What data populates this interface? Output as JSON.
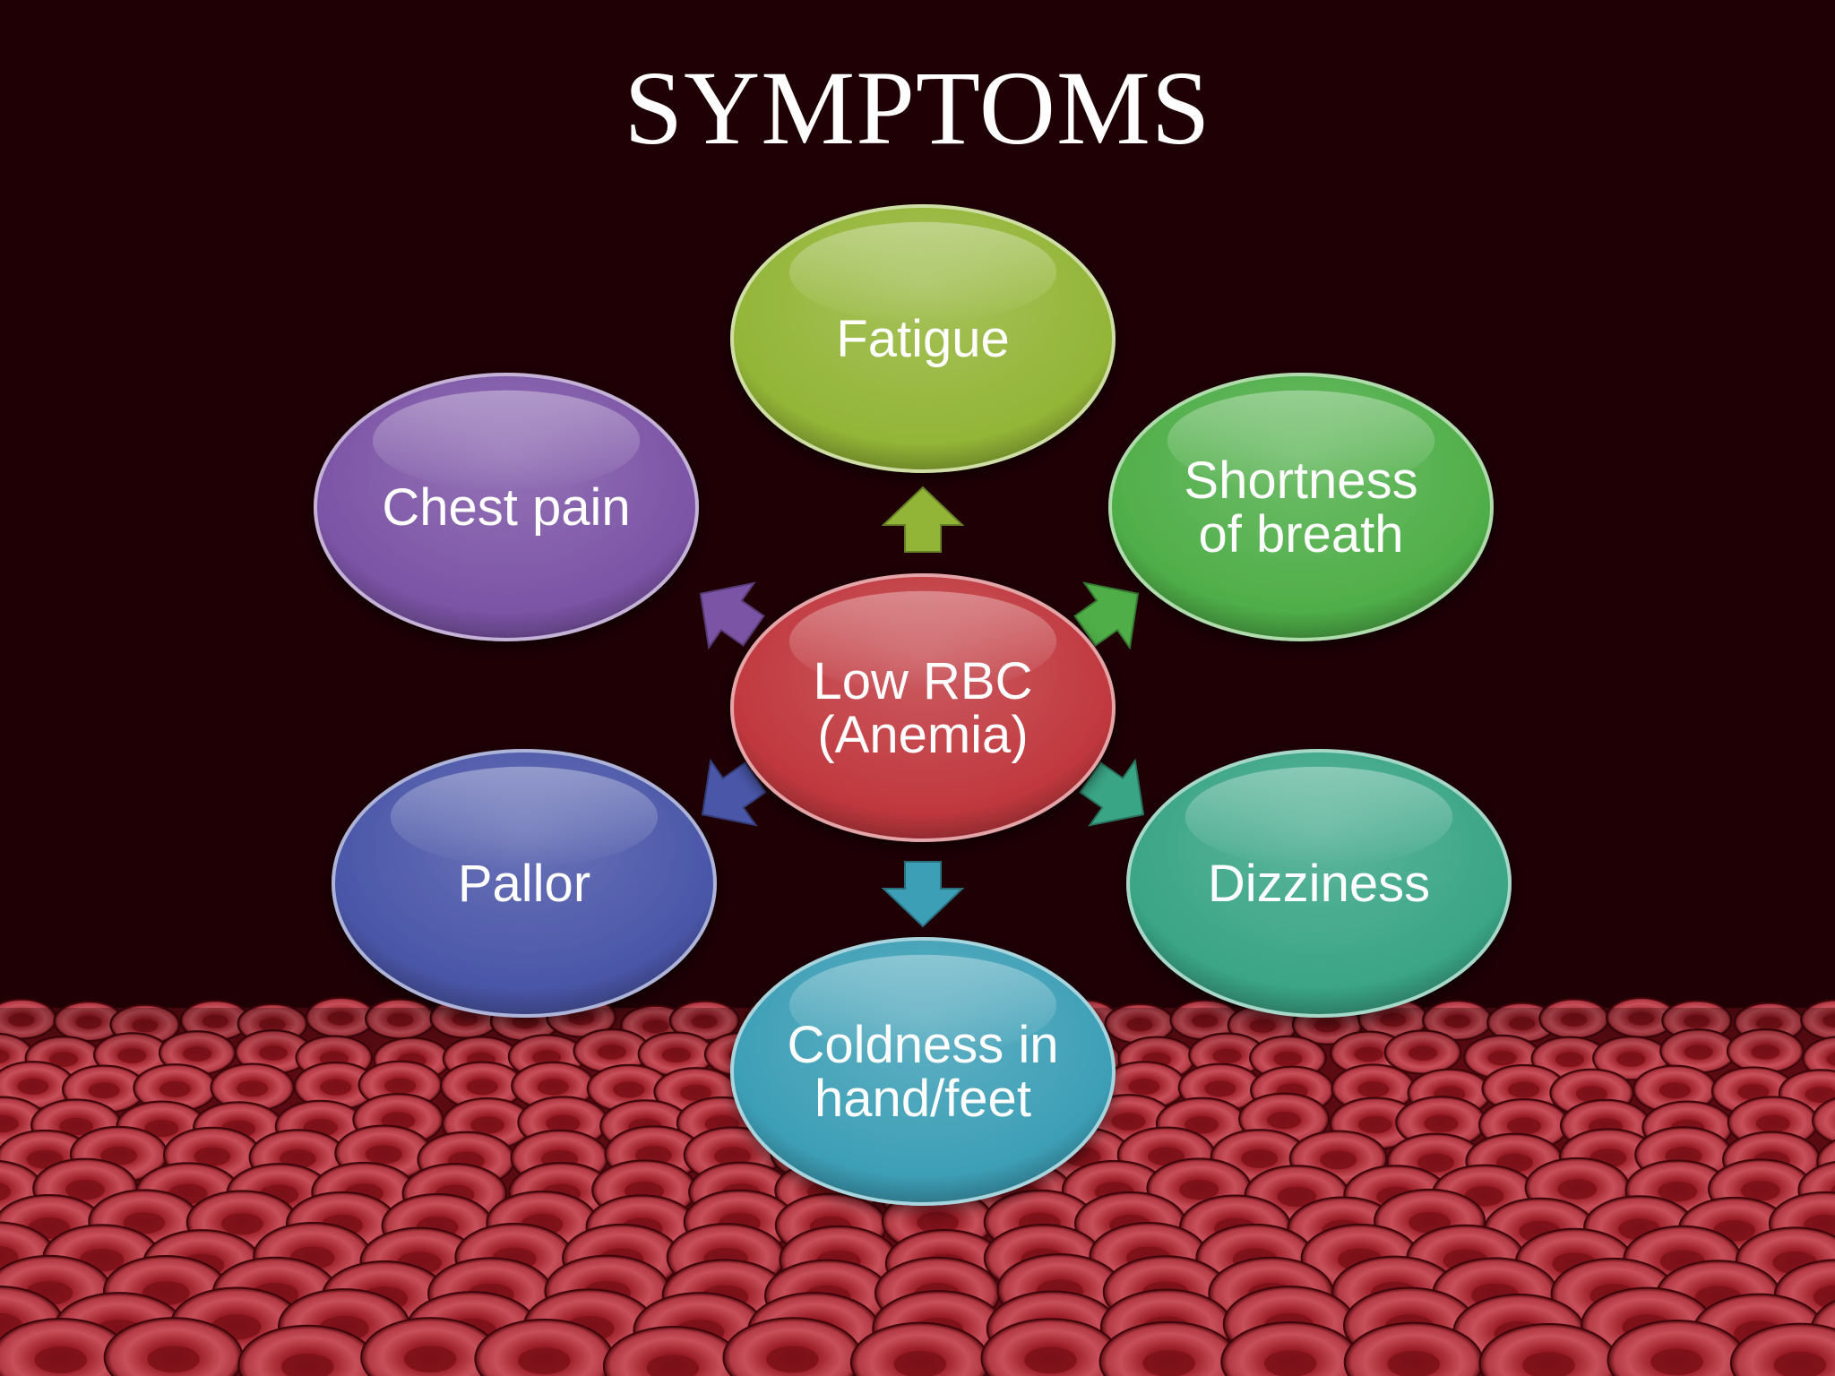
{
  "slide": {
    "title": "SYMPTOMS"
  },
  "diagram": {
    "center": {
      "lines": [
        "Low RBC",
        "(Anemia)"
      ],
      "color": "#c0383e"
    },
    "nodes": [
      {
        "key": "fatigue",
        "lines": [
          "Fatigue"
        ],
        "color": "#93b537"
      },
      {
        "key": "shortness",
        "lines": [
          "Shortness",
          "of breath"
        ],
        "color": "#4fae48"
      },
      {
        "key": "dizziness",
        "lines": [
          "Dizziness"
        ],
        "color": "#3aa585"
      },
      {
        "key": "coldness",
        "lines": [
          "Coldness in",
          "hand/feet"
        ],
        "color": "#3d9fb6"
      },
      {
        "key": "pallor",
        "lines": [
          "Pallor"
        ],
        "color": "#4a56a8"
      },
      {
        "key": "chest",
        "lines": [
          "Chest pain"
        ],
        "color": "#7c54a6"
      }
    ]
  },
  "icons": {
    "background": "red-blood-cells-image",
    "arrows": "arrow-icon"
  }
}
